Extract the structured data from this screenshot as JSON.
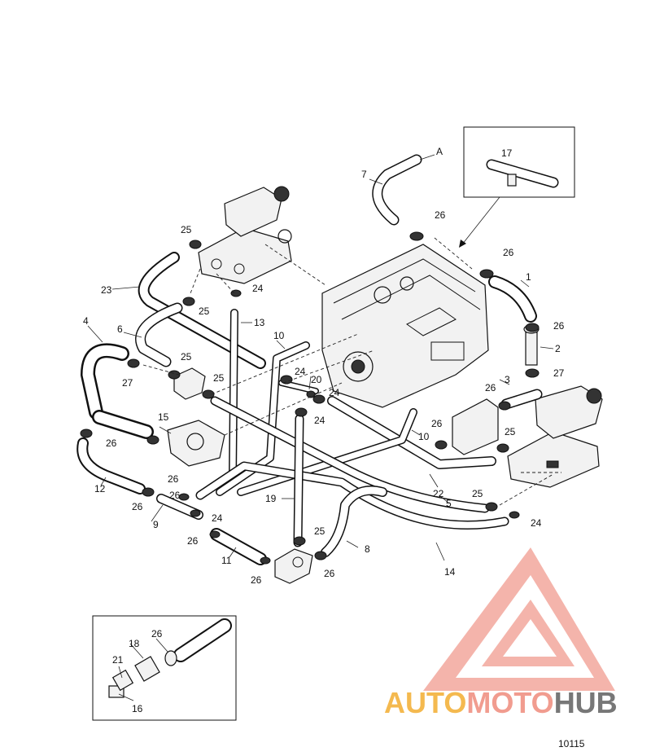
{
  "diagram": {
    "callouts": {
      "c1": "1",
      "c2": "2",
      "c3": "3",
      "c4": "4",
      "c5": "5",
      "c6": "6",
      "c7": "7",
      "c8": "8",
      "c9": "9",
      "c10a": "10",
      "c10b": "10",
      "c11": "11",
      "c12": "12",
      "c13": "13",
      "c14": "14",
      "c15": "15",
      "c16": "16",
      "c17": "17",
      "c18": "18",
      "c19": "19",
      "c20": "20",
      "c21": "21",
      "c22": "22",
      "c23": "23",
      "c24a": "24",
      "c24b": "24",
      "c24c": "24",
      "c24d": "24",
      "c24e": "24",
      "c25a": "25",
      "c25b": "25",
      "c25c": "25",
      "c25d": "25",
      "c25e": "25",
      "c25f": "25",
      "c25g": "25",
      "c26a": "26",
      "c26b": "26",
      "c26c": "26",
      "c26d": "26",
      "c26e": "26",
      "c26f": "26",
      "c26g": "26",
      "c26h": "26",
      "c26i": "26",
      "c26j": "26",
      "c26k": "26",
      "c26l": "26",
      "c27a": "27",
      "c27b": "27",
      "cA": "A"
    }
  },
  "logo": {
    "word1": "AUTO",
    "word2": "MOTO",
    "word3": "HUB",
    "color_orange": "#f4b94f",
    "color_pink": "#f19c8f",
    "color_gray": "#777777"
  },
  "drawing_number": "10115"
}
